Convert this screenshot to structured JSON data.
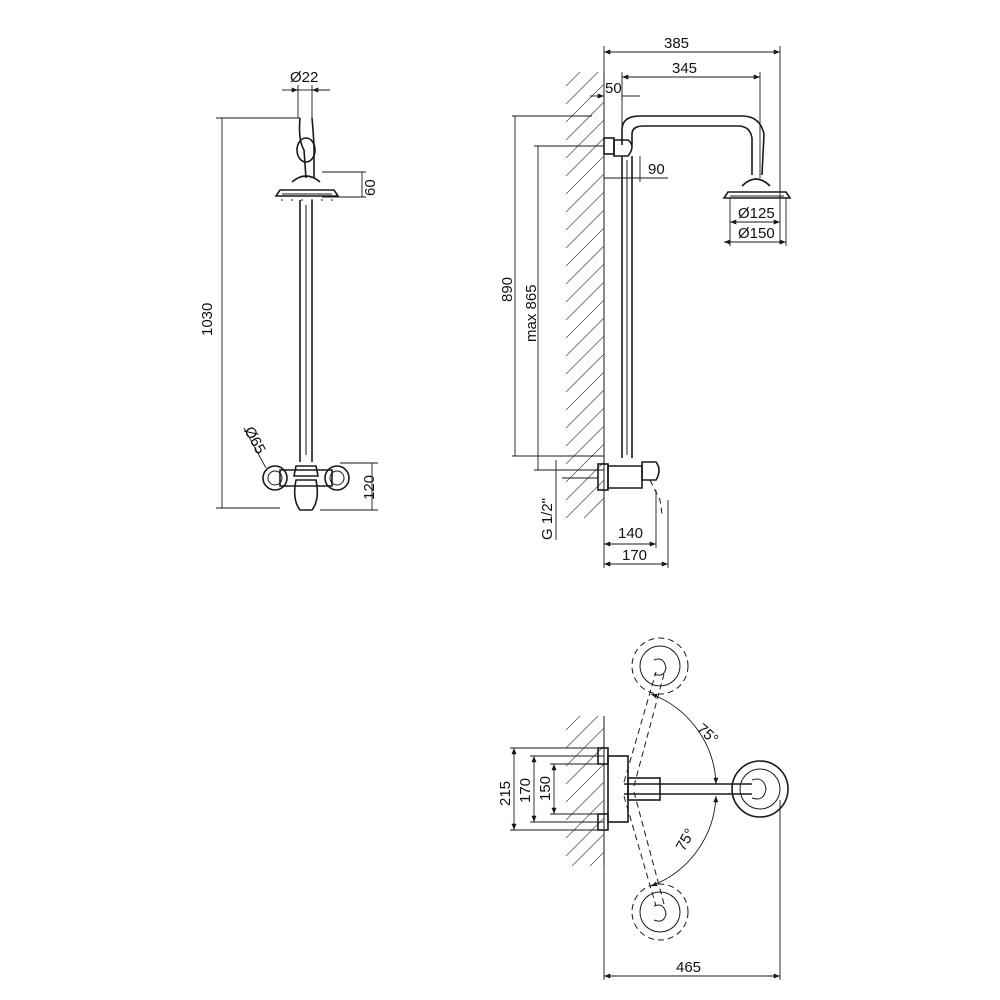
{
  "front_view": {
    "dims": {
      "pipe_diameter": "Ø22",
      "head_height": "60",
      "total_height": "1030",
      "flange_diameter": "Ø65",
      "mixer_height": "120"
    }
  },
  "side_view": {
    "dims": {
      "overall_projection": "385",
      "arm_projection": "345",
      "wall_offset": "50",
      "bracket_offset": "90",
      "head_inner_diameter": "Ø125",
      "head_outer_diameter": "Ø150",
      "height_890": "890",
      "max_865": "max 865",
      "thread": "G 1/2\"",
      "mixer_depth": "140",
      "lever_depth": "170"
    }
  },
  "top_view": {
    "dims": {
      "width_215": "215",
      "width_170": "170",
      "width_150": "150",
      "angle_upper": "75°",
      "angle_lower": "75°",
      "reach": "465"
    }
  }
}
